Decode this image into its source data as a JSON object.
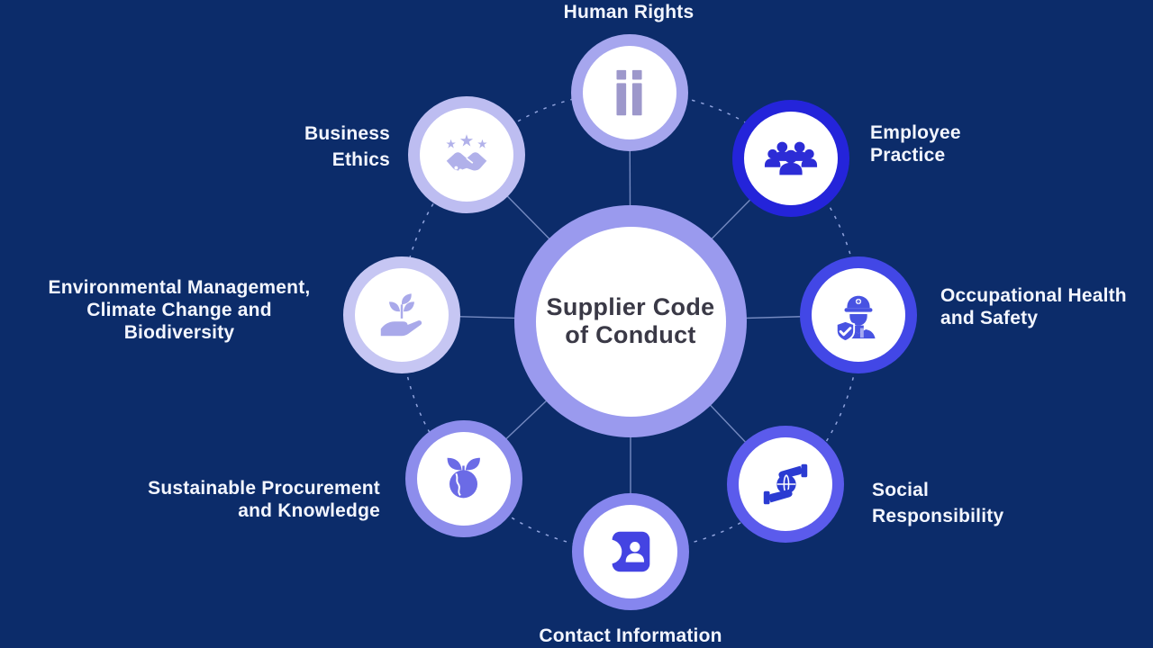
{
  "colors": {
    "background": "#0c2c6a",
    "label_text": "#f3f6ff",
    "center_ring": "#9a9aee",
    "center_fill": "#ffffff",
    "center_text": "#3a3946",
    "connector_line": "#aebdf0",
    "dashed_ring": "#9fb0ea"
  },
  "center": {
    "title": "Supplier Code\nof Conduct"
  },
  "nodes": [
    {
      "id": "human-rights",
      "label": "Human Rights",
      "ring_color": "#a6a6ee",
      "icon_color": "#9d98cb",
      "icon": "human-rights-bars-icon"
    },
    {
      "id": "employee-practice",
      "label": "Employee\nPractice",
      "ring_color": "#2424da",
      "icon_color": "#2c2cd6",
      "icon": "people-group-icon"
    },
    {
      "id": "occupational-health-and-safety",
      "label": "Occupational Health\nand Safety",
      "ring_color": "#4247e6",
      "icon_color": "#4853e2",
      "icon": "worker-shield-icon"
    },
    {
      "id": "social-responsibility",
      "label": "Social\nResponsibility",
      "ring_color": "#5b5bec",
      "icon_color": "#2b3bd2",
      "icon": "hands-globe-icon"
    },
    {
      "id": "contact-information",
      "label": "Contact Information",
      "ring_color": "#8686ee",
      "icon_color": "#4444e2",
      "icon": "contact-book-icon"
    },
    {
      "id": "sustainable-procurement",
      "label": "Sustainable Procurement\nand Knowledge",
      "ring_color": "#8d8dec",
      "icon_color": "#6b6be6",
      "icon": "earth-leaves-icon"
    },
    {
      "id": "environmental-management",
      "label": "Environmental Management,\nClimate Change and\nBiodiversity",
      "ring_color": "#c6c6f3",
      "icon_color": "#a9a9ea",
      "icon": "hand-plant-icon"
    },
    {
      "id": "business-ethics",
      "label": "Business\nEthics",
      "ring_color": "#bdbdf1",
      "icon_color": "#b1b1ea",
      "icon": "handshake-stars-icon"
    }
  ]
}
